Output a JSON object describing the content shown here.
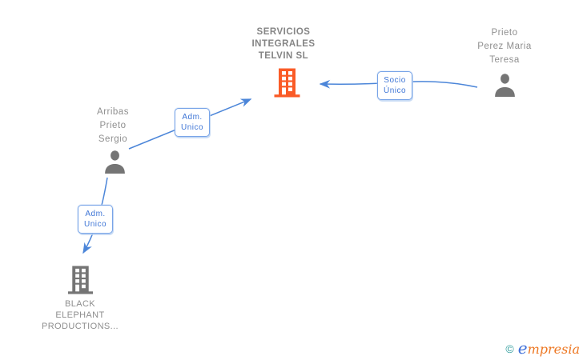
{
  "nodes": {
    "telvin": {
      "lines": [
        "SERVICIOS",
        "INTEGRALES",
        "TELVIN SL"
      ],
      "icon": "building-icon",
      "icon_color": "#fa5b27"
    },
    "prieto": {
      "lines": [
        "Prieto",
        "Perez Maria",
        "Teresa"
      ],
      "icon": "person-icon",
      "icon_color": "#757575"
    },
    "arribas": {
      "lines": [
        "Arribas",
        "Prieto",
        "Sergio"
      ],
      "icon": "person-icon",
      "icon_color": "#757575"
    },
    "black": {
      "lines": [
        "BLACK",
        "ELEPHANT",
        "PRODUCTIONS..."
      ],
      "icon": "building-icon",
      "icon_color": "#757575"
    }
  },
  "edges": {
    "socio_unico": {
      "lines": [
        "Socio",
        "Único"
      ],
      "from": "prieto",
      "to": "telvin"
    },
    "adm_unico_telvin": {
      "lines": [
        "Adm.",
        "Unico"
      ],
      "from": "arribas",
      "to": "telvin"
    },
    "adm_unico_black": {
      "lines": [
        "Adm.",
        "Unico"
      ],
      "from": "arribas",
      "to": "black"
    }
  },
  "colors": {
    "edge_blue": "#4c86d9",
    "label_text_blue": "#3f76d6",
    "label_border_blue": "#78a4e8",
    "company_highlight_orange": "#fa5b27",
    "icon_gray": "#757575",
    "text_gray": "#8f8f8f",
    "watermark_teal": "#2d9b9b",
    "watermark_blue": "#3f6fd8",
    "watermark_orange": "#ed7722"
  },
  "watermark": {
    "copyright": "©",
    "brand_e": "e",
    "brand_rest": "mpresia"
  }
}
